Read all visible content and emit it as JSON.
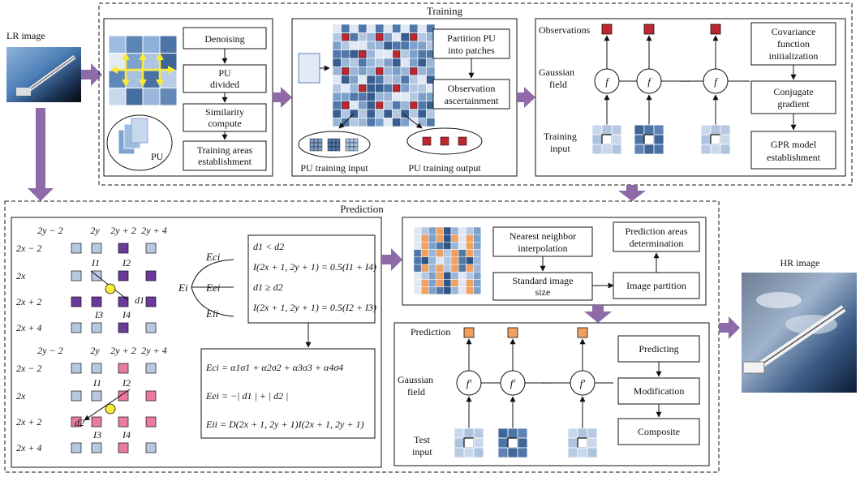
{
  "inputs": {
    "lr_label": "LR image",
    "hr_label": "HR image"
  },
  "training": {
    "title": "Training",
    "flow": {
      "denoising": "Denoising",
      "pu_divided": [
        "PU",
        "divided"
      ],
      "similarity": [
        "Similarity",
        "compute"
      ],
      "training_areas": [
        "Training areas",
        "establishment"
      ],
      "pu_badge": "PU"
    },
    "patches": {
      "partition": [
        "Partition PU",
        "into patches"
      ],
      "observation": [
        "Observation",
        "ascertainment"
      ],
      "train_input": "PU training input",
      "train_output": "PU training output"
    },
    "gp": {
      "observations": "Observations",
      "gaussian_field": [
        "Gaussian",
        "field"
      ],
      "node_label": "f",
      "ellipsis": "···",
      "training_input": [
        "Training",
        "input"
      ],
      "covariance": [
        "Covariance",
        "function",
        "initialization"
      ],
      "conjugate": [
        "Conjugate",
        "gradient"
      ],
      "gpr_model": [
        "GPR model",
        "establishment"
      ]
    }
  },
  "prediction": {
    "title": "Prediction",
    "grid_cols": [
      "2y − 2",
      "2y",
      "2y + 2",
      "2y + 4"
    ],
    "grid_rows": [
      "2x − 2",
      "2x",
      "2x + 2",
      "2x + 4"
    ],
    "neighbor_labels": {
      "i1": "I1",
      "i2": "I2",
      "i3": "I3",
      "i4": "I4",
      "d1": "d1",
      "d2": "d2"
    },
    "energies": {
      "ei": "Ei",
      "eci": "Eci",
      "eei": "Eei",
      "eii": "Eii"
    },
    "rules": [
      "d1 < d2",
      "I(2x + 1, 2y + 1) = 0.5(I1 + I4)",
      "d1 ≥ d2",
      "I(2x + 1, 2y + 1) = 0.5(I2 + I3)"
    ],
    "formulas": [
      "Eci = α1σ1 + α2σ2 + α3σ3 + α4σ4",
      "Eei = −| d1 | + | d2 |",
      "Eii = D(2x + 1, 2y + 1)I(2x + 1, 2y + 1)"
    ],
    "partition": {
      "nearest": [
        "Nearest neighbor",
        "interpolation"
      ],
      "standard": [
        "Standard image",
        "size"
      ],
      "pred_areas": [
        "Prediction areas",
        "determination"
      ],
      "image_partition": "Image partition"
    },
    "gp": {
      "prediction": "Prediction",
      "gaussian_field": [
        "Gaussian",
        "field"
      ],
      "node_label": "f′",
      "ellipsis": "···",
      "test_input": [
        "Test",
        "input"
      ],
      "predicting": "Predicting",
      "modification": "Modification",
      "composite": "Composite"
    }
  },
  "colors": {
    "arrow": "#8e6aa8",
    "observation_red": "#c0262d",
    "prediction_orange": "#f0a060",
    "purple_square": "#6a3a9a",
    "pink_square": "#e87aa3",
    "light_blue": "#b8c8e0",
    "mid_blue": "#5d82b0",
    "dark_blue": "#3a5f91",
    "yellow": "#f7ec3a"
  }
}
